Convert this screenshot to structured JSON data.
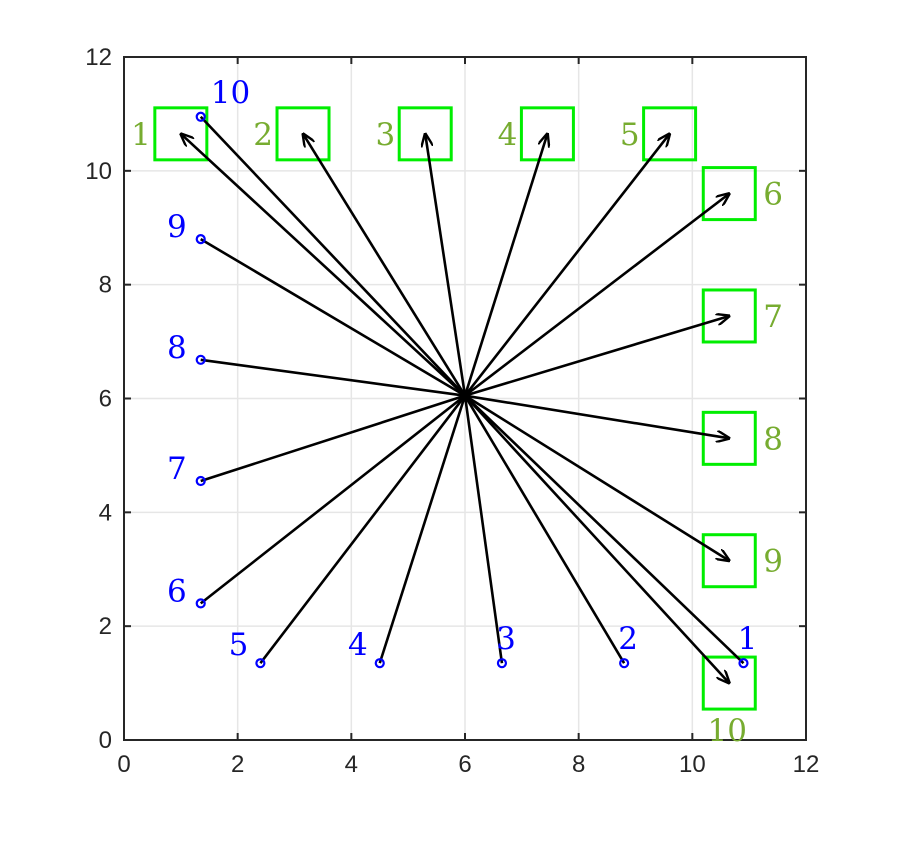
{
  "chart_data": {
    "type": "scatter",
    "title": "",
    "xlabel": "",
    "ylabel": "",
    "xlim": [
      0,
      12
    ],
    "ylim": [
      0,
      12
    ],
    "xticks": [
      "0",
      "2",
      "4",
      "6",
      "8",
      "10",
      "12"
    ],
    "yticks": [
      "0",
      "2",
      "4",
      "6",
      "8",
      "10",
      "12"
    ],
    "grid": true,
    "center": {
      "x": 6.0,
      "y": 6.05
    },
    "sources": {
      "color": "#0000ff",
      "points": [
        {
          "label": "1",
          "x": 10.9,
          "y": 1.35
        },
        {
          "label": "2",
          "x": 8.8,
          "y": 1.35
        },
        {
          "label": "3",
          "x": 6.65,
          "y": 1.35
        },
        {
          "label": "4",
          "x": 4.5,
          "y": 1.35
        },
        {
          "label": "5",
          "x": 2.4,
          "y": 1.35
        },
        {
          "label": "6",
          "x": 1.35,
          "y": 2.4
        },
        {
          "label": "7",
          "x": 1.35,
          "y": 4.55
        },
        {
          "label": "8",
          "x": 1.35,
          "y": 6.68
        },
        {
          "label": "9",
          "x": 1.35,
          "y": 8.8
        },
        {
          "label": "10",
          "x": 1.35,
          "y": 10.95
        }
      ]
    },
    "targets": {
      "color": "#00ee00",
      "label_color": "#77ac30",
      "points": [
        {
          "label": "1",
          "x": 1.0,
          "y": 10.65
        },
        {
          "label": "2",
          "x": 3.15,
          "y": 10.65
        },
        {
          "label": "3",
          "x": 5.3,
          "y": 10.65
        },
        {
          "label": "4",
          "x": 7.45,
          "y": 10.65
        },
        {
          "label": "5",
          "x": 9.6,
          "y": 10.65
        },
        {
          "label": "6",
          "x": 10.65,
          "y": 9.6
        },
        {
          "label": "7",
          "x": 10.65,
          "y": 7.45
        },
        {
          "label": "8",
          "x": 10.65,
          "y": 5.3
        },
        {
          "label": "9",
          "x": 10.65,
          "y": 3.15
        },
        {
          "label": "10",
          "x": 10.65,
          "y": 1.0
        }
      ]
    }
  }
}
